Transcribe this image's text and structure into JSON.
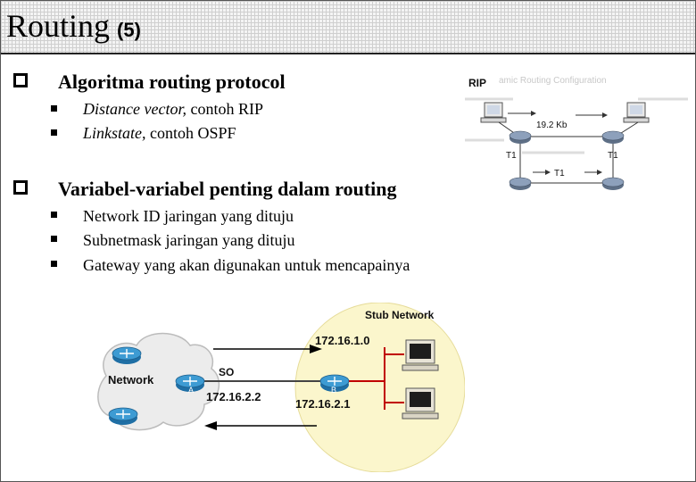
{
  "title": {
    "main": "Routing",
    "number": "(5)"
  },
  "sections": [
    {
      "heading": "Algoritma routing protocol",
      "items": [
        {
          "italic": "Distance vector,",
          "text": " contoh RIP"
        },
        {
          "italic": "Linkstate,",
          "text": " contoh OSPF"
        }
      ]
    },
    {
      "heading": "Variabel-variabel penting dalam routing",
      "items": [
        {
          "text": "Network ID jaringan yang dituju"
        },
        {
          "text": "Subnetmask jaringan yang dituju"
        },
        {
          "text": "Gateway yang akan digunakan untuk mencapainya"
        }
      ]
    }
  ],
  "rip_figure": {
    "label": "RIP",
    "faded_text": "amic Routing Configuration",
    "link_speed": "19.2 Kb",
    "t1_left": "T1",
    "t1_right": "T1",
    "t1_bottom": "T1"
  },
  "stub_figure": {
    "stub_label": "Stub Network",
    "network_label": "Network",
    "router_a": "A",
    "router_b": "B",
    "so_label": "SO",
    "ip_network": "172.16.1.0",
    "ip_a": "172.16.2.2",
    "ip_b": "172.16.2.1"
  }
}
